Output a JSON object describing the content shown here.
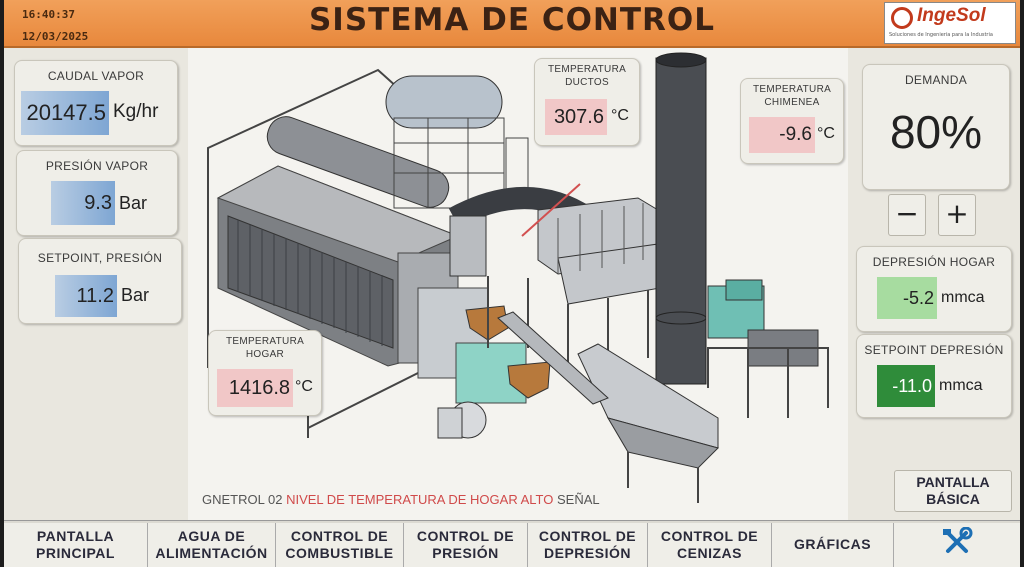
{
  "header": {
    "time": "16:40:37",
    "date": "12/03/2025",
    "title": "SISTEMA DE CONTROL",
    "logo_text": "IngeSol",
    "logo_tagline": "Soluciones de Ingeniería para la Industria"
  },
  "left_panels": {
    "caudal": {
      "label": "CAUDAL VAPOR",
      "value": "20147.5",
      "unit": "Kg/hr"
    },
    "presion": {
      "label": "PRESIÓN VAPOR",
      "value": "9.3",
      "unit": "Bar"
    },
    "setpoint_presion": {
      "label": "SETPOINT, PRESIÓN",
      "value": "11.2",
      "unit": "Bar"
    }
  },
  "overlays": {
    "temp_ductos": {
      "label1": "TEMPERATURA",
      "label2": "DUCTOS",
      "value": "307.6",
      "unit": "°C"
    },
    "temp_chimenea": {
      "label1": "TEMPERATURA",
      "label2": "CHIMENEA",
      "value": "-9.6",
      "unit": "°C"
    },
    "temp_hogar": {
      "label1": "TEMPERATURA",
      "label2": "HOGAR",
      "value": "1416.8",
      "unit": "°C"
    }
  },
  "right_panels": {
    "demanda": {
      "label": "DEMANDA",
      "value": "80%"
    },
    "minus": "−",
    "plus": "+",
    "depresion_hogar": {
      "label": "DEPRESIÓN HOGAR",
      "value": "-5.2",
      "unit": "mmca"
    },
    "setpoint_depresion": {
      "label": "SETPOINT DEPRESIÓN",
      "value": "-11.0",
      "unit": "mmca"
    }
  },
  "status": {
    "tag": "GNETROL 02",
    "message": "NIVEL DE TEMPERATURA DE HOGAR ALTO",
    "suffix": "SEÑAL"
  },
  "basic_button": {
    "line1": "PANTALLA",
    "line2": "BÁSICA"
  },
  "nav": [
    {
      "line1": "PANTALLA",
      "line2": "PRINCIPAL"
    },
    {
      "line1": "AGUA DE",
      "line2": "ALIMENTACIÓN"
    },
    {
      "line1": "CONTROL DE",
      "line2": "COMBUSTIBLE"
    },
    {
      "line1": "CONTROL DE",
      "line2": "PRESIÓN"
    },
    {
      "line1": "CONTROL DE",
      "line2": "DEPRESIÓN"
    },
    {
      "line1": "CONTROL DE",
      "line2": "CENIZAS"
    },
    {
      "line1": "GRÁFICAS",
      "line2": ""
    }
  ],
  "colors": {
    "header": "#e8883c",
    "value_blue": "#7ea6d3",
    "value_pink": "#f1c7c7",
    "value_green": "#a7dca0",
    "value_dark_green": "#2f8c3a"
  }
}
